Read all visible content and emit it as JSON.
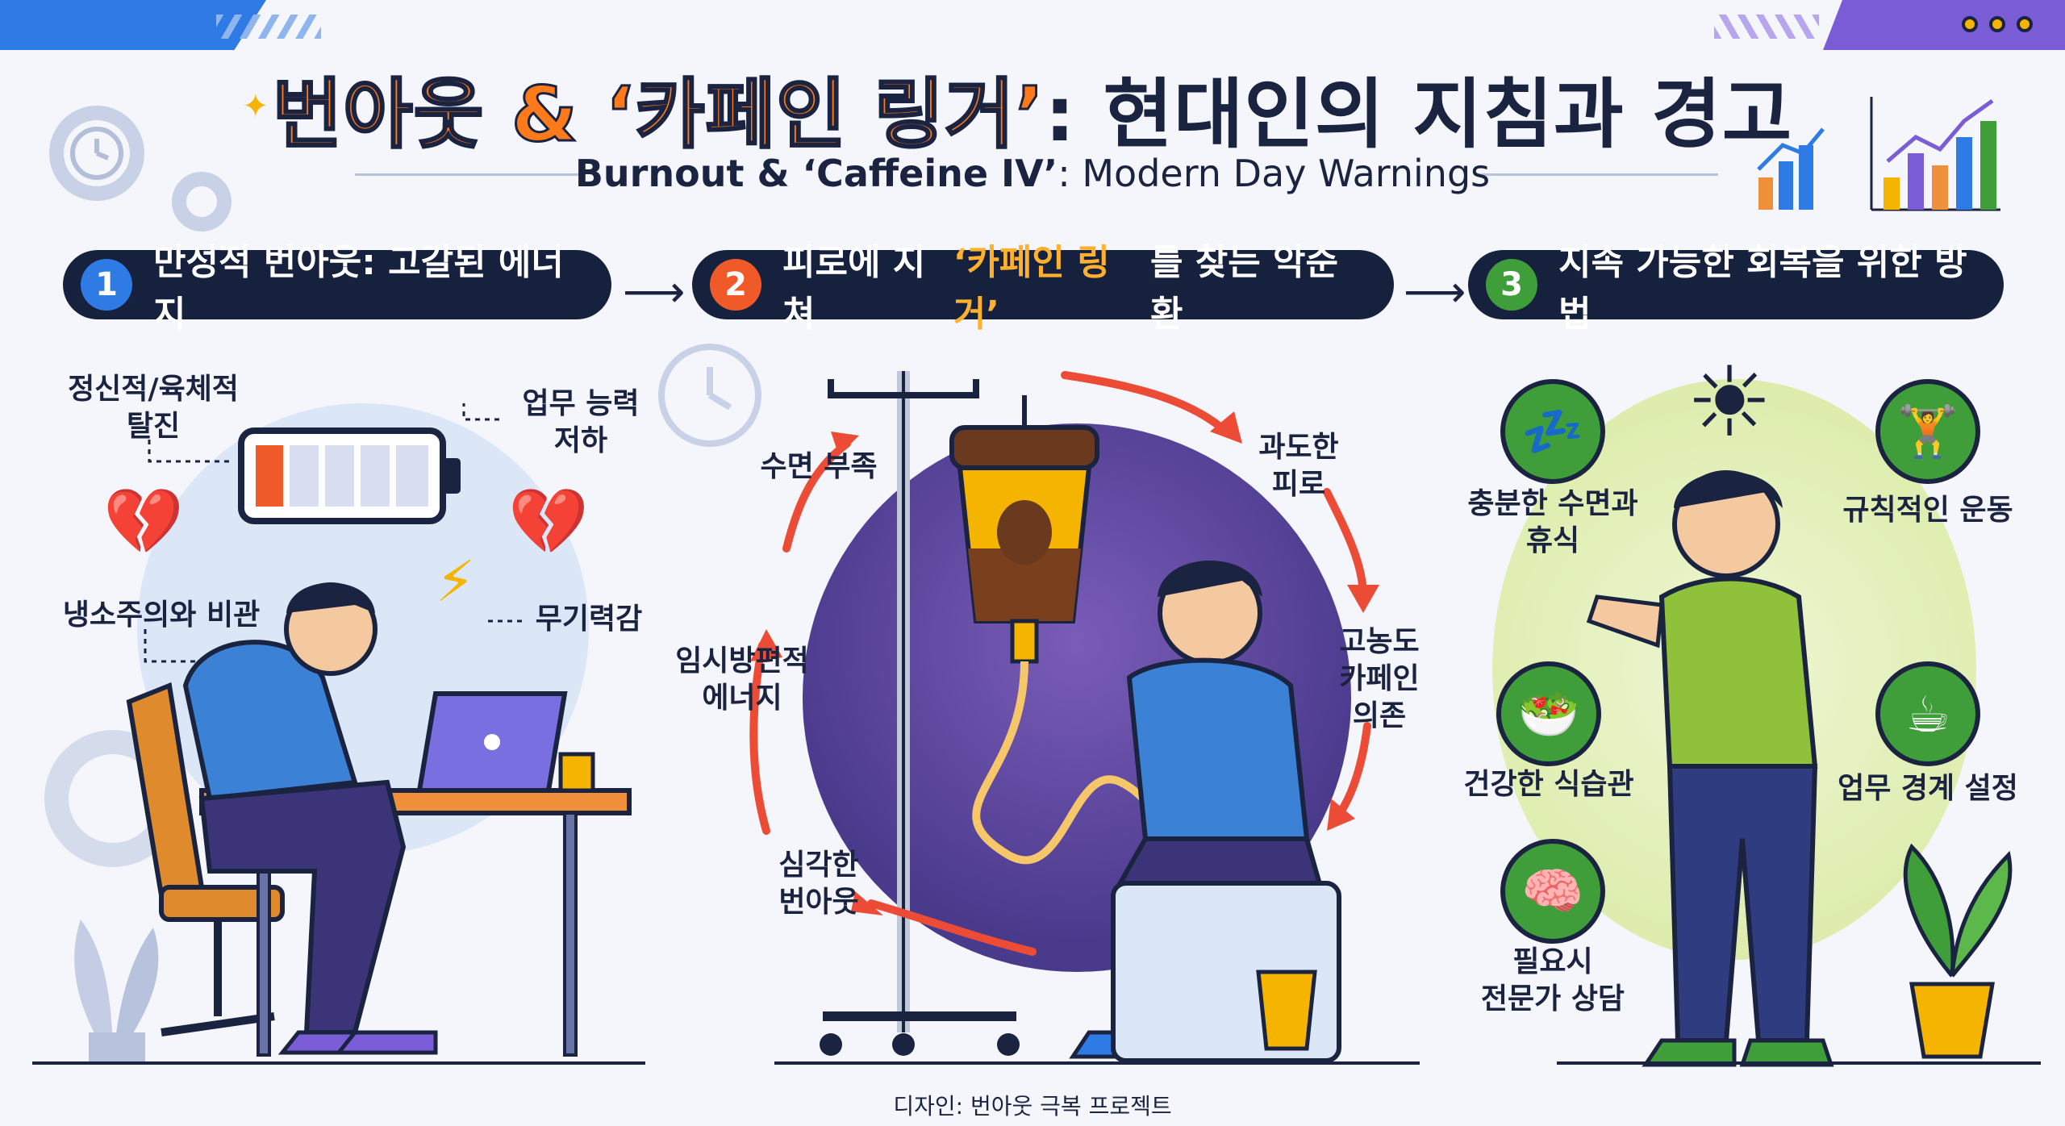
{
  "header": {
    "title_part1": "번아웃 & ‘카페인 링거’",
    "title_part2": ": 현대인의 지침과 경고",
    "subtitle_bold": "Burnout & ‘Caffeine IV’",
    "subtitle_rest": ": Modern Day Warnings"
  },
  "steps": [
    {
      "num": "1",
      "label": "만성적 번아웃: 고갈된 에너지",
      "color": "#2f7be6"
    },
    {
      "num": "2",
      "label_pre": "피로에 지쳐 ",
      "label_accent": "‘카페인 링거’",
      "label_post": "를 찾는 악순환",
      "color": "#f05a28"
    },
    {
      "num": "3",
      "label": "지속 가능한 회복을 위한 방법",
      "color": "#3f9e3a"
    }
  ],
  "panel1": {
    "labels": {
      "exhaustion": "정신적/육체적\n탈진",
      "work_ability": "업무 능력\n저하",
      "cynicism": "냉소주의와 비관",
      "helplessness": "무기력감"
    }
  },
  "panel2": {
    "cycle": {
      "sleep": "수면 부족",
      "fatigue": "과도한\n피로",
      "dependence": "고농도\n카페인\n의존",
      "burnout": "심각한\n번아웃",
      "temporary": "임시방편적\n에너지"
    }
  },
  "panel3": {
    "items": {
      "sleep": "충분한 수면과\n휴식",
      "exercise": "규칙적인 운동",
      "diet": "건강한 식습관",
      "boundary": "업무 경계 설정",
      "counsel": "필요시\n전문가 상담"
    }
  },
  "footer": {
    "credit": "디자인: 번아웃 극복 프로젝트"
  },
  "colors": {
    "blue": "#2f7be6",
    "orange": "#f05a28",
    "green": "#3f9e3a",
    "navy": "#16213d",
    "purple": "#4a3a8c"
  }
}
